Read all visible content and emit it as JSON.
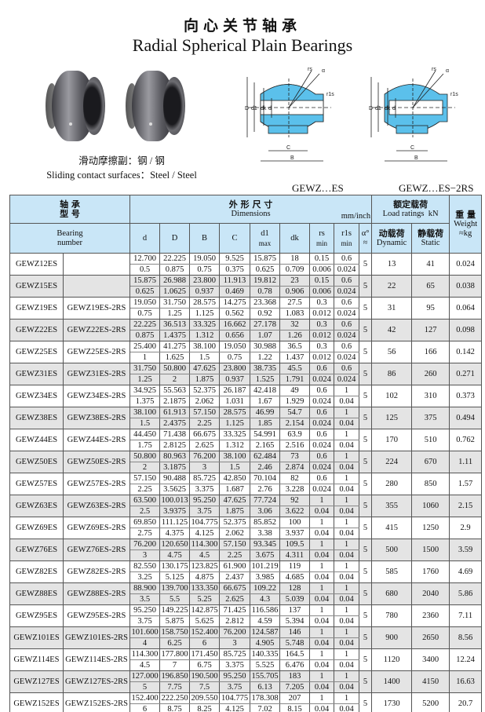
{
  "title": {
    "cn": "向心关节轴承",
    "en": "Radial Spherical Plain Bearings"
  },
  "caption": {
    "cn": "滑动摩擦副：钢 / 钢",
    "en": "Sliding contact surfaces：Steel / Steel"
  },
  "diagrams": [
    {
      "label": "GEWZ…ES",
      "dims": [
        "D",
        "d1",
        "dk",
        "d",
        "C",
        "B",
        "rs",
        "r1s",
        "α"
      ]
    },
    {
      "label": "GEWZ…ES−2RS",
      "dims": [
        "D",
        "d1",
        "dk",
        "d",
        "C",
        "B",
        "rs",
        "r1s",
        "α"
      ]
    }
  ],
  "colors": {
    "header_bg": "#c9e6f7",
    "seal_blue": "#5bc0eb",
    "alt_row": "#e4e4e4"
  },
  "table": {
    "header": {
      "bearing_cn1": "轴 承",
      "bearing_cn2": "型 号",
      "bearing_en1": "Bearing",
      "bearing_en2": "number",
      "dims_cn": "外 形 尺 寸",
      "dims_en": "Dimensions",
      "dims_unit": "mm/inch",
      "load_cn": "额定载荷",
      "load_en": "Load ratings",
      "load_unit": "kN",
      "weight_cn": "重 量",
      "weight_en": "Weight",
      "weight_unit": "≈kg",
      "d": "d",
      "D": "D",
      "B": "B",
      "C": "C",
      "d1": "d1",
      "d1_sub": "max",
      "dk": "dk",
      "rs": "rs",
      "rs_sub": "min",
      "r1s": "r1s",
      "r1s_sub": "min",
      "alpha": "α°",
      "alpha_sub": "≈",
      "dyn_cn": "动载荷",
      "dyn_en": "Dynamic",
      "stat_cn": "静载荷",
      "stat_en": "Static"
    },
    "rows": [
      {
        "es": "GEWZ12ES",
        "rs2": "",
        "mm": [
          "12.700",
          "22.225",
          "19.050",
          "9.525",
          "15.875",
          "18",
          "0.15",
          "0.6"
        ],
        "inch": [
          "0.5",
          "0.875",
          "0.75",
          "0.375",
          "0.625",
          "0.709",
          "0.006",
          "0.024"
        ],
        "alpha": "5",
        "dyn": "13",
        "stat": "41",
        "w": "0.024"
      },
      {
        "es": "GEWZ15ES",
        "rs2": "",
        "mm": [
          "15.875",
          "26.988",
          "23.800",
          "11.913",
          "19.812",
          "23",
          "0.15",
          "0.6"
        ],
        "inch": [
          "0.625",
          "1.0625",
          "0.937",
          "0.469",
          "0.78",
          "0.906",
          "0.006",
          "0.024"
        ],
        "alpha": "5",
        "dyn": "22",
        "stat": "65",
        "w": "0.038"
      },
      {
        "es": "GEWZ19ES",
        "rs2": "GEWZ19ES-2RS",
        "mm": [
          "19.050",
          "31.750",
          "28.575",
          "14.275",
          "23.368",
          "27.5",
          "0.3",
          "0.6"
        ],
        "inch": [
          "0.75",
          "1.25",
          "1.125",
          "0.562",
          "0.92",
          "1.083",
          "0.012",
          "0.024"
        ],
        "alpha": "5",
        "dyn": "31",
        "stat": "95",
        "w": "0.064"
      },
      {
        "es": "GEWZ22ES",
        "rs2": "GEWZ22ES-2RS",
        "mm": [
          "22.225",
          "36.513",
          "33.325",
          "16.662",
          "27.178",
          "32",
          "0.3",
          "0.6"
        ],
        "inch": [
          "0.875",
          "1.4375",
          "1.312",
          "0.656",
          "1.07",
          "1.26",
          "0.012",
          "0.024"
        ],
        "alpha": "5",
        "dyn": "42",
        "stat": "127",
        "w": "0.098"
      },
      {
        "es": "GEWZ25ES",
        "rs2": "GEWZ25ES-2RS",
        "mm": [
          "25.400",
          "41.275",
          "38.100",
          "19.050",
          "30.988",
          "36.5",
          "0.3",
          "0.6"
        ],
        "inch": [
          "1",
          "1.625",
          "1.5",
          "0.75",
          "1.22",
          "1.437",
          "0.012",
          "0.024"
        ],
        "alpha": "5",
        "dyn": "56",
        "stat": "166",
        "w": "0.142"
      },
      {
        "es": "GEWZ31ES",
        "rs2": "GEWZ31ES-2RS",
        "mm": [
          "31.750",
          "50.800",
          "47.625",
          "23.800",
          "38.735",
          "45.5",
          "0.6",
          "0.6"
        ],
        "inch": [
          "1.25",
          "2",
          "1.875",
          "0.937",
          "1.525",
          "1.791",
          "0.024",
          "0.024"
        ],
        "alpha": "5",
        "dyn": "86",
        "stat": "260",
        "w": "0.271"
      },
      {
        "es": "GEWZ34ES",
        "rs2": "GEWZ34ES-2RS",
        "mm": [
          "34.925",
          "55.563",
          "52.375",
          "26.187",
          "42.418",
          "49",
          "0.6",
          "1"
        ],
        "inch": [
          "1.375",
          "2.1875",
          "2.062",
          "1.031",
          "1.67",
          "1.929",
          "0.024",
          "0.04"
        ],
        "alpha": "5",
        "dyn": "102",
        "stat": "310",
        "w": "0.373"
      },
      {
        "es": "GEWZ38ES",
        "rs2": "GEWZ38ES-2RS",
        "mm": [
          "38.100",
          "61.913",
          "57.150",
          "28.575",
          "46.99",
          "54.7",
          "0.6",
          "1"
        ],
        "inch": [
          "1.5",
          "2.4375",
          "2.25",
          "1.125",
          "1.85",
          "2.154",
          "0.024",
          "0.04"
        ],
        "alpha": "5",
        "dyn": "125",
        "stat": "375",
        "w": "0.494"
      },
      {
        "es": "GEWZ44ES",
        "rs2": "GEWZ44ES-2RS",
        "mm": [
          "44.450",
          "71.438",
          "66.675",
          "33.325",
          "54.991",
          "63.9",
          "0.6",
          "1"
        ],
        "inch": [
          "1.75",
          "2.8125",
          "2.625",
          "1.312",
          "2.165",
          "2.516",
          "0.024",
          "0.04"
        ],
        "alpha": "5",
        "dyn": "170",
        "stat": "510",
        "w": "0.762"
      },
      {
        "es": "GEWZ50ES",
        "rs2": "GEWZ50ES-2RS",
        "mm": [
          "50.800",
          "80.963",
          "76.200",
          "38.100",
          "62.484",
          "73",
          "0.6",
          "1"
        ],
        "inch": [
          "2",
          "3.1875",
          "3",
          "1.5",
          "2.46",
          "2.874",
          "0.024",
          "0.04"
        ],
        "alpha": "5",
        "dyn": "224",
        "stat": "670",
        "w": "1.11"
      },
      {
        "es": "GEWZ57ES",
        "rs2": "GEWZ57ES-2RS",
        "mm": [
          "57.150",
          "90.488",
          "85.725",
          "42.850",
          "70.104",
          "82",
          "0.6",
          "1"
        ],
        "inch": [
          "2.25",
          "3.5625",
          "3.375",
          "1.687",
          "2.76",
          "3.228",
          "0.024",
          "0.04"
        ],
        "alpha": "5",
        "dyn": "280",
        "stat": "850",
        "w": "1.57"
      },
      {
        "es": "GEWZ63ES",
        "rs2": "GEWZ63ES-2RS",
        "mm": [
          "63.500",
          "100.013",
          "95.250",
          "47.625",
          "77.724",
          "92",
          "1",
          "1"
        ],
        "inch": [
          "2.5",
          "3.9375",
          "3.75",
          "1.875",
          "3.06",
          "3.622",
          "0.04",
          "0.04"
        ],
        "alpha": "5",
        "dyn": "355",
        "stat": "1060",
        "w": "2.15"
      },
      {
        "es": "GEWZ69ES",
        "rs2": "GEWZ69ES-2RS",
        "mm": [
          "69.850",
          "111.125",
          "104.775",
          "52.375",
          "85.852",
          "100",
          "1",
          "1"
        ],
        "inch": [
          "2.75",
          "4.375",
          "4.125",
          "2.062",
          "3.38",
          "3.937",
          "0.04",
          "0.04"
        ],
        "alpha": "5",
        "dyn": "415",
        "stat": "1250",
        "w": "2.9"
      },
      {
        "es": "GEWZ76ES",
        "rs2": "GEWZ76ES-2RS",
        "mm": [
          "76.200",
          "120.650",
          "114.300",
          "57.150",
          "93.345",
          "109.5",
          "1",
          "1"
        ],
        "inch": [
          "3",
          "4.75",
          "4.5",
          "2.25",
          "3.675",
          "4.311",
          "0.04",
          "0.04"
        ],
        "alpha": "5",
        "dyn": "500",
        "stat": "1500",
        "w": "3.59"
      },
      {
        "es": "GEWZ82ES",
        "rs2": "GEWZ82ES-2RS",
        "mm": [
          "82.550",
          "130.175",
          "123.825",
          "61.900",
          "101.219",
          "119",
          "1",
          "1"
        ],
        "inch": [
          "3.25",
          "5.125",
          "4.875",
          "2.437",
          "3.985",
          "4.685",
          "0.04",
          "0.04"
        ],
        "alpha": "5",
        "dyn": "585",
        "stat": "1760",
        "w": "4.69"
      },
      {
        "es": "GEWZ88ES",
        "rs2": "GEWZ88ES-2RS",
        "mm": [
          "88.900",
          "139.700",
          "133.350",
          "66.675",
          "109.22",
          "128",
          "1",
          "1"
        ],
        "inch": [
          "3.5",
          "5.5",
          "5.25",
          "2.625",
          "4.3",
          "5.039",
          "0.04",
          "0.04"
        ],
        "alpha": "5",
        "dyn": "680",
        "stat": "2040",
        "w": "5.86"
      },
      {
        "es": "GEWZ95ES",
        "rs2": "GEWZ95ES-2RS",
        "mm": [
          "95.250",
          "149.225",
          "142.875",
          "71.425",
          "116.586",
          "137",
          "1",
          "1"
        ],
        "inch": [
          "3.75",
          "5.875",
          "5.625",
          "2.812",
          "4.59",
          "5.394",
          "0.04",
          "0.04"
        ],
        "alpha": "5",
        "dyn": "780",
        "stat": "2360",
        "w": "7.11"
      },
      {
        "es": "GEWZ101ES",
        "rs2": "GEWZ101ES-2RS",
        "mm": [
          "101.600",
          "158.750",
          "152.400",
          "76.200",
          "124.587",
          "146",
          "1",
          "1"
        ],
        "inch": [
          "4",
          "6.25",
          "6",
          "3",
          "4.905",
          "5.748",
          "0.04",
          "0.04"
        ],
        "alpha": "5",
        "dyn": "900",
        "stat": "2650",
        "w": "8.56"
      },
      {
        "es": "GEWZ114ES",
        "rs2": "GEWZ114ES-2RS",
        "mm": [
          "114.300",
          "177.800",
          "171.450",
          "85.725",
          "140.335",
          "164.5",
          "1",
          "1"
        ],
        "inch": [
          "4.5",
          "7",
          "6.75",
          "3.375",
          "5.525",
          "6.476",
          "0.04",
          "0.04"
        ],
        "alpha": "5",
        "dyn": "1120",
        "stat": "3400",
        "w": "12.24"
      },
      {
        "es": "GEWZ127ES",
        "rs2": "GEWZ127ES-2RS",
        "mm": [
          "127.000",
          "196.850",
          "190.500",
          "95.250",
          "155.705",
          "183",
          "1",
          "1"
        ],
        "inch": [
          "5",
          "7.75",
          "7.5",
          "3.75",
          "6.13",
          "7.205",
          "0.04",
          "0.04"
        ],
        "alpha": "5",
        "dyn": "1400",
        "stat": "4150",
        "w": "16.63"
      },
      {
        "es": "GEWZ152ES",
        "rs2": "GEWZ152ES-2RS",
        "mm": [
          "152.400",
          "222.250",
          "209.550",
          "104.775",
          "178.308",
          "207",
          "1",
          "1"
        ],
        "inch": [
          "6",
          "8.75",
          "8.25",
          "4.125",
          "7.02",
          "8.15",
          "0.04",
          "0.04"
        ],
        "alpha": "5",
        "dyn": "1730",
        "stat": "5200",
        "w": "20.7"
      }
    ]
  }
}
